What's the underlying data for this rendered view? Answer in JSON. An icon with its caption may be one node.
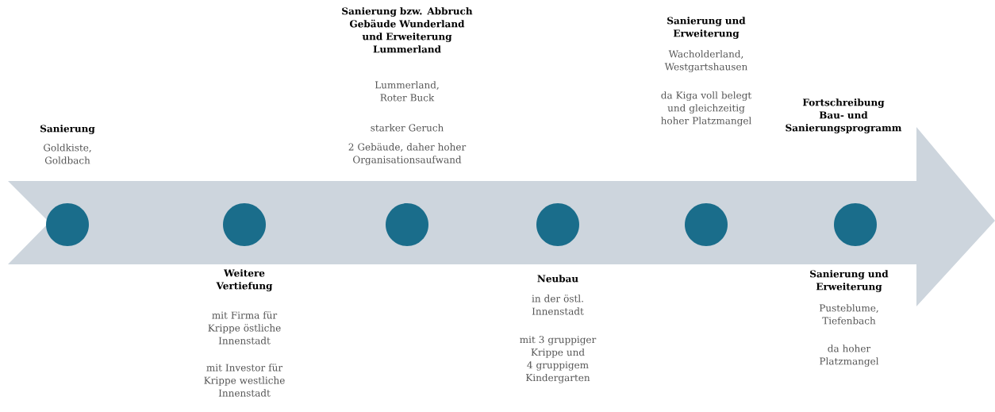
{
  "diagram": {
    "nodes": [
      {
        "text": [],
        "shape": "arrow"
      },
      {
        "text": [],
        "shape": "circle",
        "in": 0,
        "beside": [
          "Sanierung",
          "Goldkiste, Goldbach"
        ]
      },
      {
        "text": [],
        "shape": "circle",
        "in": 0,
        "beside": [
          "Weitere Vertiefung",
          "mit Firma für Krippe östliche Innenstadt",
          "mit Investor für Krippe westliche Innenstadt"
        ]
      },
      {
        "text": [],
        "shape": "circle",
        "in": 0,
        "beside": [
          "Sanierung bzw. Abbruch Gebäude Wunderland und Erweiterung Lummerland",
          "Lummerland, Roter Buck",
          "starker Geruch",
          "2 Gebäude, daher hoher Organisationsaufwand"
        ]
      },
      {
        "text": [],
        "shape": "circle",
        "in": 0,
        "beside": [
          "Neubau",
          "in der östl. Innenstadt",
          "mit 3 gruppiger Krippe und 4 gruppigem Kindergarten"
        ]
      },
      {
        "text": [],
        "shape": "circle",
        "in": 0,
        "beside": [
          "Sanierung und Erweiterung",
          "Wacholderland, Westgartshausen",
          "da Kiga voll belegt und gleichzeitig hoher Platzmangel"
        ]
      },
      {
        "text": [],
        "shape": "circle",
        "in": 0,
        "beside": [
          "Sanierung und Erweiterung",
          "Pusteblume, Tiefenbach",
          "da hoher Platzmangel"
        ]
      }
    ],
    "labels": [
      "Fortschreibung Bau- und Sanierungsprogramm"
    ]
  }
}
